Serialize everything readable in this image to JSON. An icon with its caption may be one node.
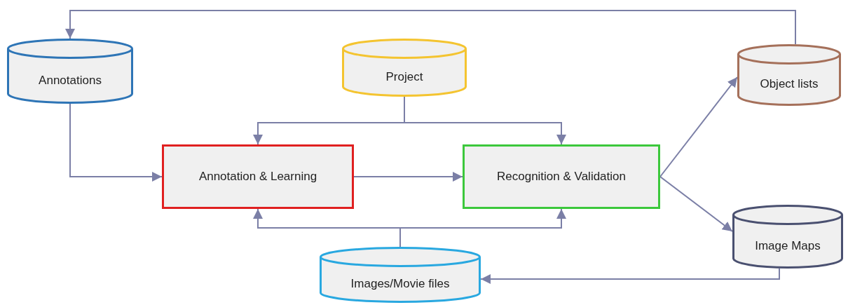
{
  "diagram": {
    "nodes": [
      {
        "text": [
          "Annotations"
        ]
      },
      {
        "text": [
          "Project"
        ]
      },
      {
        "text": [
          "Object lists"
        ]
      },
      {
        "text": [
          "Annotation & Learning"
        ]
      },
      {
        "text": [
          "Recognition & Validation"
        ]
      },
      {
        "text": [
          "Image Maps"
        ]
      },
      {
        "text": [
          "Images/Movie files"
        ]
      }
    ],
    "edges": [
      {
        "from": 2,
        "to": 0,
        "arrow": "to"
      },
      {
        "from": 0,
        "to": 3,
        "arrow": "to"
      },
      {
        "from": 1,
        "to": 3,
        "arrow": "to"
      },
      {
        "from": 1,
        "to": 4,
        "arrow": "to"
      },
      {
        "from": 3,
        "to": 4,
        "arrow": "to"
      },
      {
        "from": 4,
        "to": 2,
        "arrow": "to"
      },
      {
        "from": 4,
        "to": 5,
        "arrow": "to"
      },
      {
        "from": 6,
        "to": 3,
        "arrow": "to"
      },
      {
        "from": 6,
        "to": 4,
        "arrow": "to"
      },
      {
        "from": 5,
        "to": 6,
        "arrow": "to"
      }
    ]
  }
}
